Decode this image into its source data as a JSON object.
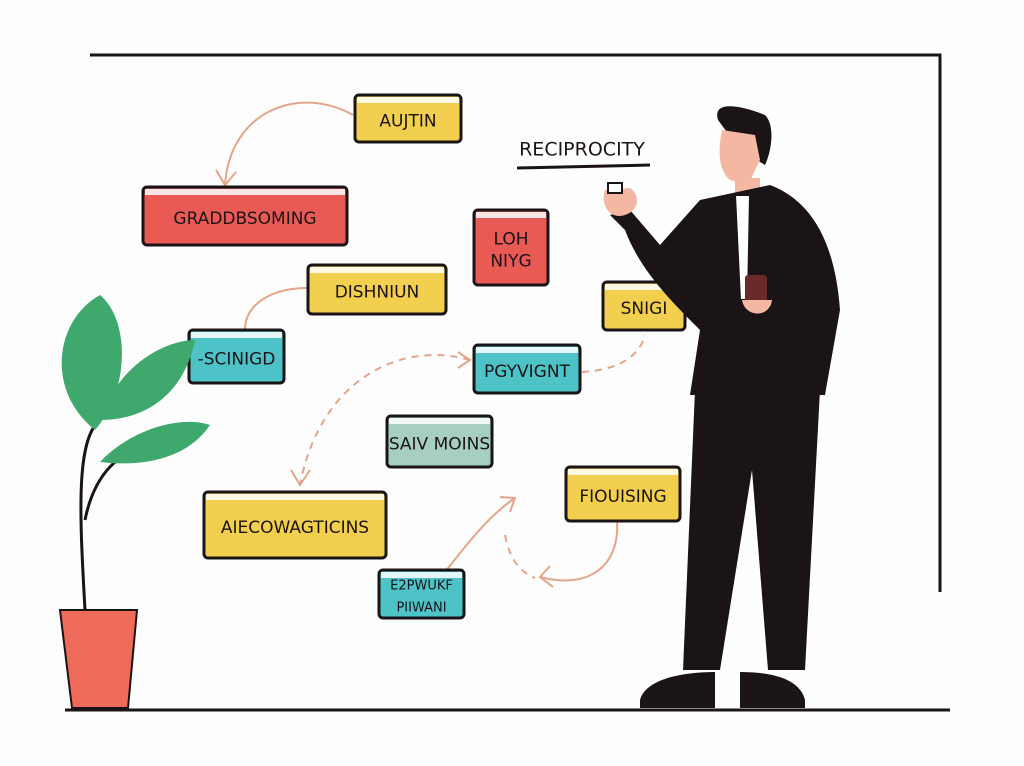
{
  "heading": "RECIPROCITY",
  "colors": {
    "yellow": "#f2cf4e",
    "red": "#e95a55",
    "teal": "#4ec3c7",
    "sage": "#a6cfc2",
    "ink": "#1b1416",
    "arrow": "#e3a58a",
    "plant": "#3fa86c",
    "pot": "#ee6b5a",
    "skin": "#f4b8a2"
  },
  "nodes": [
    {
      "id": "aujtin",
      "lines": [
        "AUJTIN"
      ],
      "color": "yellow"
    },
    {
      "id": "graddbsoming",
      "lines": [
        "GRADDBSOMING"
      ],
      "color": "red"
    },
    {
      "id": "loh-niyg",
      "lines": [
        "LOH",
        "NIYG"
      ],
      "color": "red"
    },
    {
      "id": "dishniun",
      "lines": [
        "DISHNIUN"
      ],
      "color": "yellow"
    },
    {
      "id": "scinigd",
      "lines": [
        "-SCINIGD"
      ],
      "color": "teal"
    },
    {
      "id": "snigi",
      "lines": [
        "SNIGI"
      ],
      "color": "yellow"
    },
    {
      "id": "pgyvignt",
      "lines": [
        "PGYVIGNT"
      ],
      "color": "teal"
    },
    {
      "id": "saiv-moins",
      "lines": [
        "SAIV MOINS"
      ],
      "color": "sage"
    },
    {
      "id": "aiecowagticins",
      "lines": [
        "AIECOWAGTICINS"
      ],
      "color": "yellow"
    },
    {
      "id": "fiouising",
      "lines": [
        "FIOUISING"
      ],
      "color": "yellow"
    },
    {
      "id": "e2pwuff",
      "lines": [
        "E2PWUKF",
        "PIIWANI"
      ],
      "color": "teal"
    }
  ]
}
